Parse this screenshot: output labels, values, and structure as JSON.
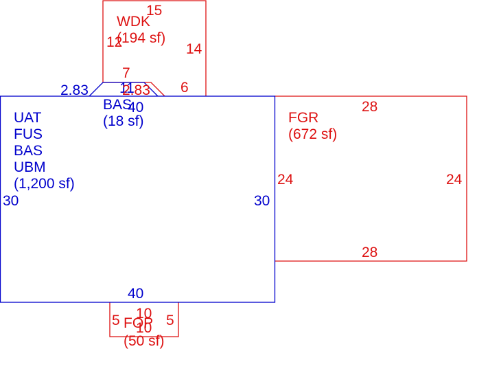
{
  "colors": {
    "main": "#0000cc",
    "secondary": "#dd1111",
    "background": "#ffffff"
  },
  "main_area": {
    "codes": [
      "UAT",
      "FUS",
      "BAS",
      "UBM"
    ],
    "area": "(1,200 sf)",
    "dim_top": "40",
    "dim_bottom": "40",
    "dim_left": "30",
    "dim_right": "30"
  },
  "bas_small": {
    "code": "BAS",
    "area": "(18 sf)",
    "dim_left": "2.83",
    "dim_top": "11",
    "dim_right": "2.83"
  },
  "wdk": {
    "code": "WDK",
    "area": "(194 sf)",
    "dim_top": "15",
    "dim_left": "12",
    "dim_right": "14",
    "dim_bottom_left": "7",
    "dim_bottom_right": "6"
  },
  "fgr": {
    "code": "FGR",
    "area": "(672 sf)",
    "dim_top": "28",
    "dim_bottom": "28",
    "dim_left": "24",
    "dim_right": "24"
  },
  "fop": {
    "code": "FOP",
    "area": "(50 sf)",
    "dim_top": "10",
    "dim_bottom": "10",
    "dim_left": "5",
    "dim_right": "5"
  }
}
